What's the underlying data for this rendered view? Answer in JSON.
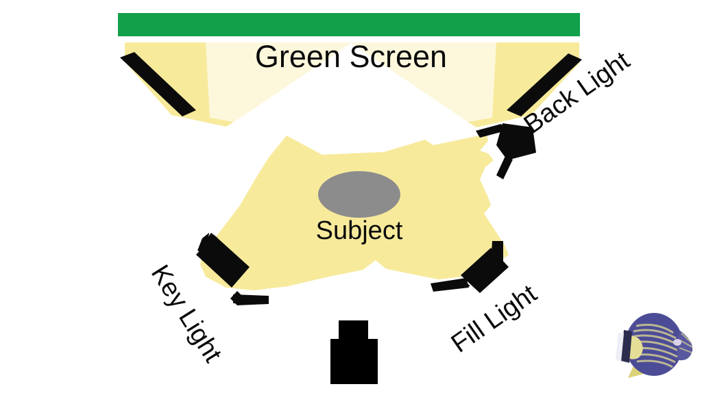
{
  "diagram": {
    "title": "Three-point lighting setup with green screen",
    "labels": {
      "green_screen": "Green Screen",
      "subject": "Subject",
      "back_light": "Back Light",
      "key_light": "Key Light",
      "fill_light": "Fill Light"
    },
    "colors": {
      "green_screen": "#12A04B",
      "light_beam": "#F7EA9B",
      "light_beam_soft": "#FBF4C6",
      "fixture": "#0B0B0B",
      "subject": "#8C8C8C",
      "camera": "#000000",
      "background": "#FFFFFF"
    },
    "elements": [
      {
        "name": "green-screen-backdrop",
        "type": "backdrop"
      },
      {
        "name": "subject-marker",
        "type": "ellipse"
      },
      {
        "name": "camera-body",
        "type": "camera"
      },
      {
        "name": "back-light-fixture",
        "type": "light"
      },
      {
        "name": "key-light-fixture",
        "type": "light"
      },
      {
        "name": "fill-light-fixture",
        "type": "light"
      },
      {
        "name": "backdrop-light-left",
        "type": "light"
      },
      {
        "name": "backdrop-light-right",
        "type": "light"
      }
    ],
    "label_rotations": {
      "back_light": -35,
      "key_light": 58,
      "fill_light": -35
    }
  },
  "watermark": {
    "name": "angelfish-logo",
    "colors": {
      "body_dark": "#3A3A8C",
      "body_light": "#E8E2B0",
      "accent": "#C8C040",
      "fin": "#9AA2C8"
    }
  }
}
